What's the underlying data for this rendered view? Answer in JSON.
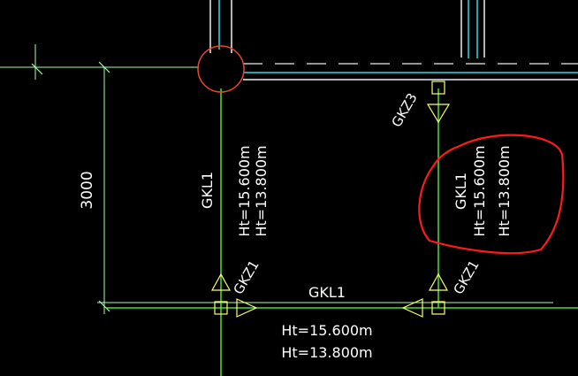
{
  "colors": {
    "background": "#000000",
    "beam": "#66ff33",
    "dim": "#aaffaa",
    "wall_white": "#f0f0f0",
    "wall_cyan": "#33d6e6",
    "column": "#e84a2a",
    "markup": "#ff1a1a",
    "label": "#ffffff",
    "symbol": "#ffff66"
  },
  "dimension": {
    "value": "3000"
  },
  "beams": {
    "left_vertical": {
      "name": "GKL1",
      "ht_top": "Ht=15.600m",
      "ht_bottom": "Ht=13.800m"
    },
    "right_vertical": {
      "name": "GKL1",
      "ht_top": "Ht=15.600m",
      "ht_bottom": "Ht=13.800m"
    },
    "bottom_horizontal": {
      "name": "GKL1",
      "ht_top": "Ht=15.600m",
      "ht_bottom": "Ht=13.800m"
    }
  },
  "column_tags": {
    "top_right": "GKZ3",
    "bottom_left": "GKZ1",
    "bottom_right": "GKZ1"
  },
  "icons": [
    "column-circle-icon",
    "support-square-icon",
    "arrow-triangle-icon",
    "dimension-tick-icon"
  ]
}
